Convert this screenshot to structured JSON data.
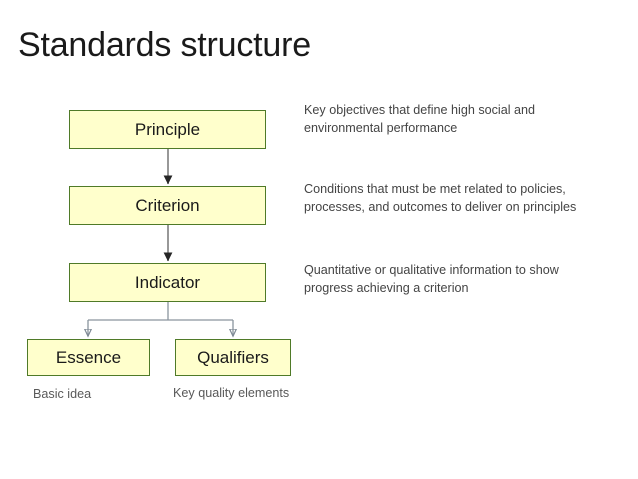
{
  "slide": {
    "title": "Standards structure",
    "background_color": "#ffffff"
  },
  "theme": {
    "box_fill": "#ffffcc",
    "box_border": "#4f7a28",
    "box_text": "#1a1a1a",
    "description_text": "#444444",
    "caption_text": "#595959",
    "connector": "#808a96"
  },
  "diagram": {
    "boxes": {
      "principle": "Principle",
      "criterion": "Criterion",
      "indicator": "Indicator",
      "essence": "Essence",
      "qualifiers": "Qualifiers"
    },
    "descriptions": {
      "principle": "Key objectives that define high social and environmental performance",
      "criterion": "Conditions that must be met related to policies, processes, and outcomes to deliver on principles",
      "indicator": "Quantitative or qualitative information to show progress achieving a criterion"
    },
    "captions": {
      "essence": "Basic idea",
      "qualifiers": "Key quality elements"
    }
  }
}
